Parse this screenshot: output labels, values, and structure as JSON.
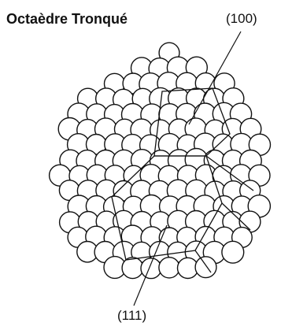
{
  "title": "Octaèdre Tronqué",
  "labels": {
    "face_100": "(100)",
    "face_111": "(111)"
  },
  "colors": {
    "ink": "#111111",
    "sphere_fill": "#ffffff",
    "background": "#ffffff"
  }
}
